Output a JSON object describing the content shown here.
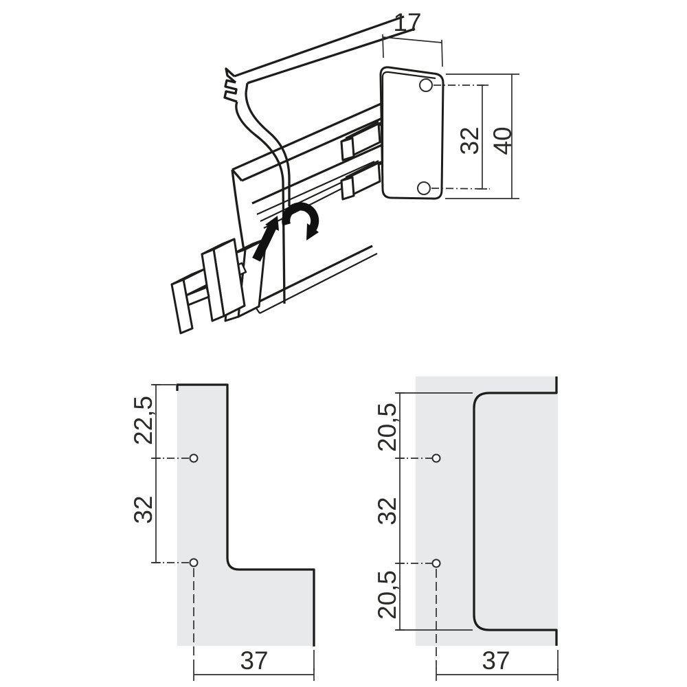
{
  "colors": {
    "line": "#1d1d1b",
    "thin_line": "#2e2e2e",
    "panel_fill": "#e7e9ea",
    "background": "#ffffff"
  },
  "iso_view": {
    "dim_plate_width": "17",
    "dim_hole_spacing": "32",
    "dim_plate_height": "40"
  },
  "section_left": {
    "dim_top_to_hole": "22,5",
    "dim_hole_spacing": "32",
    "dim_depth": "37"
  },
  "section_right": {
    "dim_top_to_hole": "20,5",
    "dim_hole_spacing": "32",
    "dim_hole_to_bottom": "20,5",
    "dim_depth": "37"
  }
}
